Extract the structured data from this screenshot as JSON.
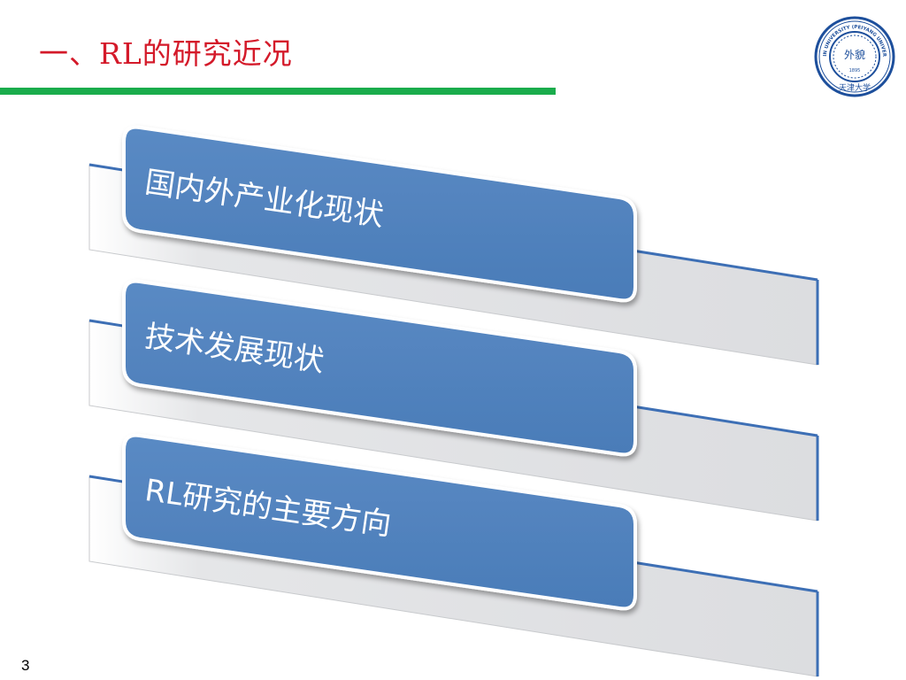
{
  "slide": {
    "title": "一、RL的研究近况",
    "page_number": "3",
    "accent_color": "#d41a2a",
    "rule_color": "#1aac4c"
  },
  "logo": {
    "icon": "university-seal-icon",
    "text": "TIANJIN UNIVERSITY (PEIYANG UNIVERSITY)",
    "emblem": "外貌",
    "year": "1895",
    "script": "天津大学",
    "color": "#1d4f9c"
  },
  "items": [
    {
      "label": "国内外产业化现状"
    },
    {
      "label": "技术发展现状"
    },
    {
      "label": "RL研究的主要方向"
    }
  ],
  "colors": {
    "box": "#4f81bd",
    "band": "#e7e8ea",
    "band_edge": "#3d6fb5"
  }
}
